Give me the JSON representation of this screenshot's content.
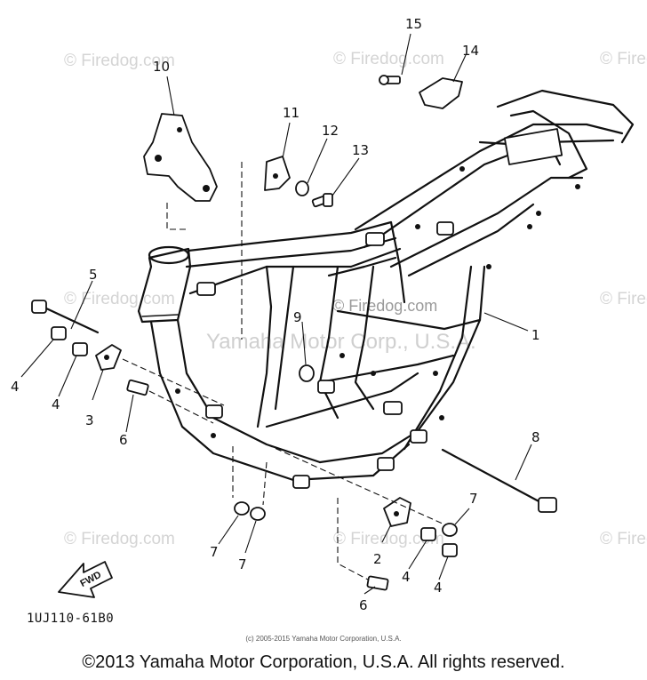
{
  "watermark_text": "© Firedog.com",
  "center_watermark": "© Firedog.com",
  "faded_watermark": "Yamaha Motor Corp., U.S.A.",
  "diagram_code": "1UJ110-61B0",
  "fwd_label": "FWD",
  "small_copyright": "(c) 2005-2015 Yamaha Motor Corporation, U.S.A.",
  "footer_copyright": "©2013 Yamaha Motor Corporation, U.S.A. All rights reserved.",
  "callouts": {
    "c1": "1",
    "c2": "2",
    "c3": "3",
    "c4a": "4",
    "c4b": "4",
    "c4c": "4",
    "c4d": "4",
    "c5": "5",
    "c6a": "6",
    "c6b": "6",
    "c7a": "7",
    "c7b": "7",
    "c7c": "7",
    "c8": "8",
    "c9": "9",
    "c10": "10",
    "c11": "11",
    "c12": "12",
    "c13": "13",
    "c14": "14",
    "c15": "15"
  }
}
